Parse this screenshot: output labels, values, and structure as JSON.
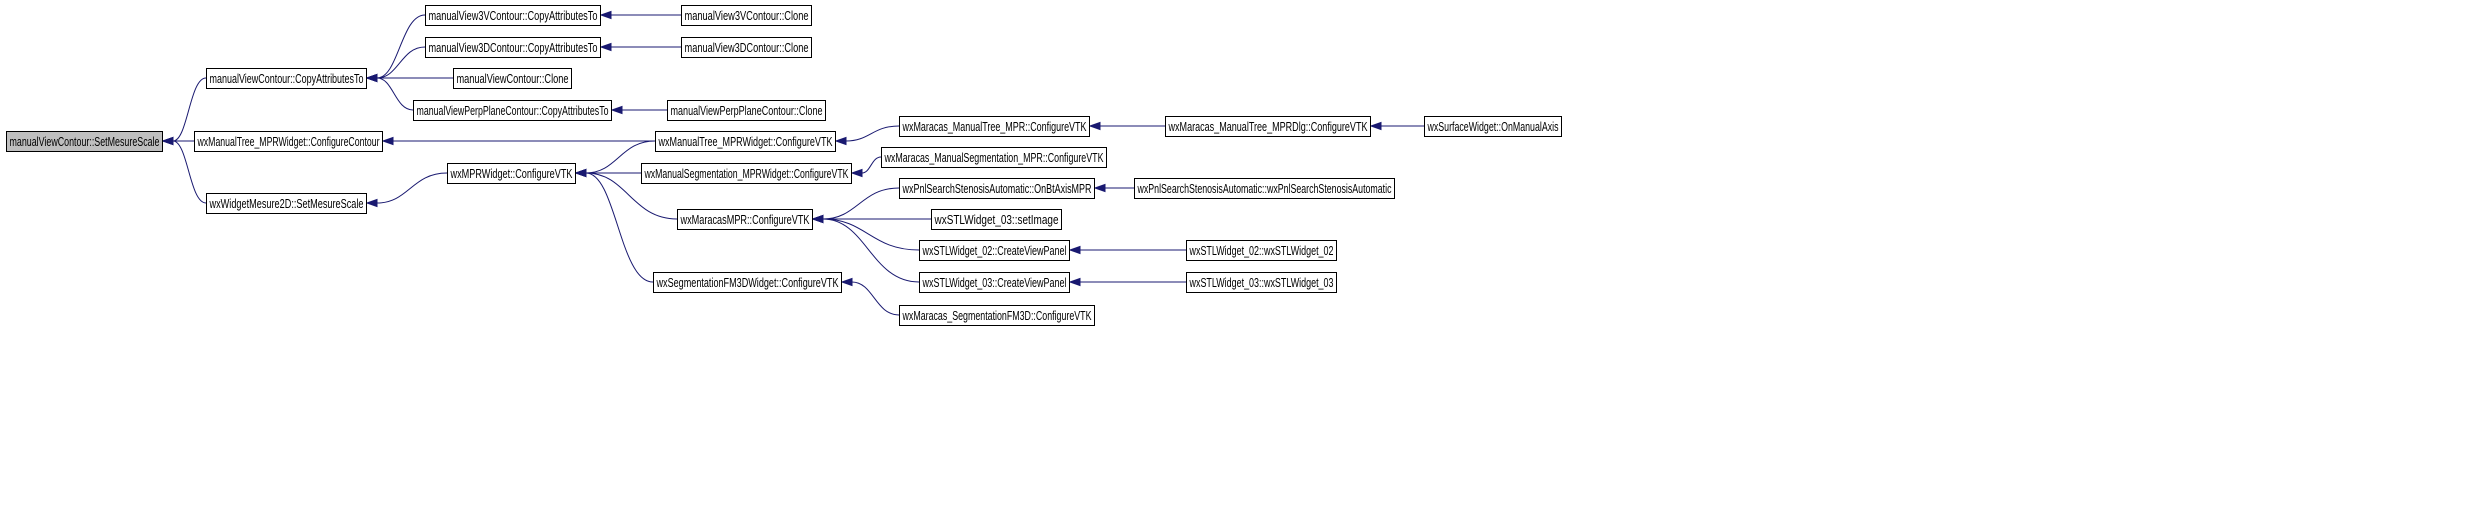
{
  "colors": {
    "edge": "#191970",
    "root_fill": "#bfbfbf",
    "node_fill": "#ffffff",
    "border": "#000000"
  },
  "nodes": [
    {
      "id": "n0",
      "label": "manualViewContour::SetMesureScale",
      "root": true
    },
    {
      "id": "n1",
      "label": "manualViewContour::CopyAttributesTo"
    },
    {
      "id": "n2",
      "label": "wxManualTree_MPRWidget::ConfigureContour"
    },
    {
      "id": "n3",
      "label": "wxWidgetMesure2D::SetMesureScale"
    },
    {
      "id": "n4",
      "label": "manualView3VContour::CopyAttributesTo"
    },
    {
      "id": "n5",
      "label": "manualView3DContour::CopyAttributesTo"
    },
    {
      "id": "n6",
      "label": "manualViewContour::Clone"
    },
    {
      "id": "n7",
      "label": "manualViewPerpPlaneContour::CopyAttributesTo"
    },
    {
      "id": "n8",
      "label": "manualView3VContour::Clone"
    },
    {
      "id": "n9",
      "label": "manualView3DContour::Clone"
    },
    {
      "id": "n10",
      "label": "manualViewPerpPlaneContour::Clone"
    },
    {
      "id": "n11",
      "label": "wxMPRWidget::ConfigureVTK"
    },
    {
      "id": "n12",
      "label": "wxManualTree_MPRWidget::ConfigureVTK"
    },
    {
      "id": "n13",
      "label": "wxManualSegmentation_MPRWidget::ConfigureVTK"
    },
    {
      "id": "n14",
      "label": "wxMaracasMPR::ConfigureVTK"
    },
    {
      "id": "n15",
      "label": "wxSegmentationFM3DWidget::ConfigureVTK"
    },
    {
      "id": "n16",
      "label": "wxMaracas_ManualTree_MPR::ConfigureVTK"
    },
    {
      "id": "n17",
      "label": "wxMaracas_ManualTree_MPRDlg::ConfigureVTK"
    },
    {
      "id": "n18",
      "label": "wxSurfaceWidget::OnManualAxis"
    },
    {
      "id": "n19",
      "label": "wxMaracas_ManualSegmentation_MPR::ConfigureVTK"
    },
    {
      "id": "n20",
      "label": "wxPnlSearchStenosisAutomatic::OnBtAxisMPR"
    },
    {
      "id": "n21",
      "label": "wxPnlSearchStenosisAutomatic::wxPnlSearchStenosisAutomatic"
    },
    {
      "id": "n22",
      "label": "wxSTLWidget_03::setImage"
    },
    {
      "id": "n23",
      "label": "wxSTLWidget_02::CreateViewPanel"
    },
    {
      "id": "n24",
      "label": "wxSTLWidget_02::wxSTLWidget_02"
    },
    {
      "id": "n25",
      "label": "wxSTLWidget_03::CreateViewPanel"
    },
    {
      "id": "n26",
      "label": "wxSTLWidget_03::wxSTLWidget_03"
    },
    {
      "id": "n27",
      "label": "wxMaracas_SegmentationFM3D::ConfigureVTK"
    }
  ],
  "edges": [
    {
      "from": "n1",
      "to": "n0"
    },
    {
      "from": "n2",
      "to": "n0"
    },
    {
      "from": "n3",
      "to": "n0"
    },
    {
      "from": "n4",
      "to": "n1"
    },
    {
      "from": "n5",
      "to": "n1"
    },
    {
      "from": "n6",
      "to": "n1"
    },
    {
      "from": "n7",
      "to": "n1"
    },
    {
      "from": "n8",
      "to": "n4"
    },
    {
      "from": "n9",
      "to": "n5"
    },
    {
      "from": "n10",
      "to": "n7"
    },
    {
      "from": "n12",
      "to": "n2"
    },
    {
      "from": "n11",
      "to": "n3"
    },
    {
      "from": "n12",
      "to": "n11"
    },
    {
      "from": "n13",
      "to": "n11"
    },
    {
      "from": "n14",
      "to": "n11"
    },
    {
      "from": "n15",
      "to": "n11"
    },
    {
      "from": "n16",
      "to": "n12"
    },
    {
      "from": "n17",
      "to": "n16"
    },
    {
      "from": "n18",
      "to": "n17"
    },
    {
      "from": "n19",
      "to": "n13"
    },
    {
      "from": "n20",
      "to": "n14"
    },
    {
      "from": "n22",
      "to": "n14"
    },
    {
      "from": "n23",
      "to": "n14"
    },
    {
      "from": "n25",
      "to": "n14"
    },
    {
      "from": "n21",
      "to": "n20"
    },
    {
      "from": "n24",
      "to": "n23"
    },
    {
      "from": "n26",
      "to": "n25"
    },
    {
      "from": "n27",
      "to": "n15"
    }
  ]
}
